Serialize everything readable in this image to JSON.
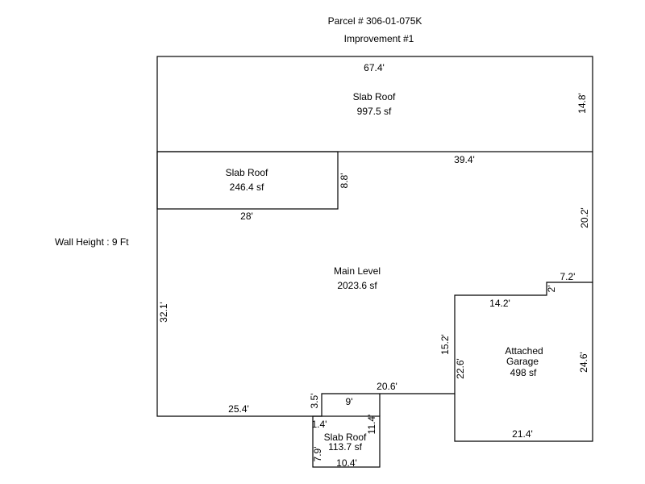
{
  "header": {
    "parcel": "Parcel # 306-01-075K",
    "improvement": "Improvement #1"
  },
  "wall_height": "Wall Height : 9 Ft",
  "areas": {
    "slab_roof_top": {
      "name": "Slab Roof",
      "area": "997.5 sf"
    },
    "slab_roof_left": {
      "name": "Slab Roof",
      "area": "246.4 sf"
    },
    "main_level": {
      "name": "Main Level",
      "area": "2023.6 sf"
    },
    "garage": {
      "name_line1": "Attached",
      "name_line2": "Garage",
      "area": "498 sf"
    },
    "slab_roof_bottom": {
      "name": "Slab Roof",
      "area": "113.7 sf"
    }
  },
  "dimensions": {
    "top_width": "67.4'",
    "top_right_height": "14.8'",
    "left_box_height": "8.8'",
    "mid_width": "39.4'",
    "left_box_width": "28'",
    "right_height": "20.2'",
    "step_width": "7.2'",
    "step_height": "2'",
    "garage_top_width": "14.2'",
    "left_height": "32.1'",
    "notch_height": "15.2'",
    "garage_left_height": "22.6'",
    "garage_right_height": "24.6'",
    "bottom_mid_width": "20.6'",
    "notch_width": "9'",
    "notch_left_height": "3.5'",
    "bottom_left_width": "25.4'",
    "garage_bottom_width": "21.4'",
    "slab_bottom_right_height": "11.4'",
    "slab_bottom_offset": "1.4'",
    "slab_bottom_left_height": "7.9'",
    "slab_bottom_width": "10.4'"
  }
}
